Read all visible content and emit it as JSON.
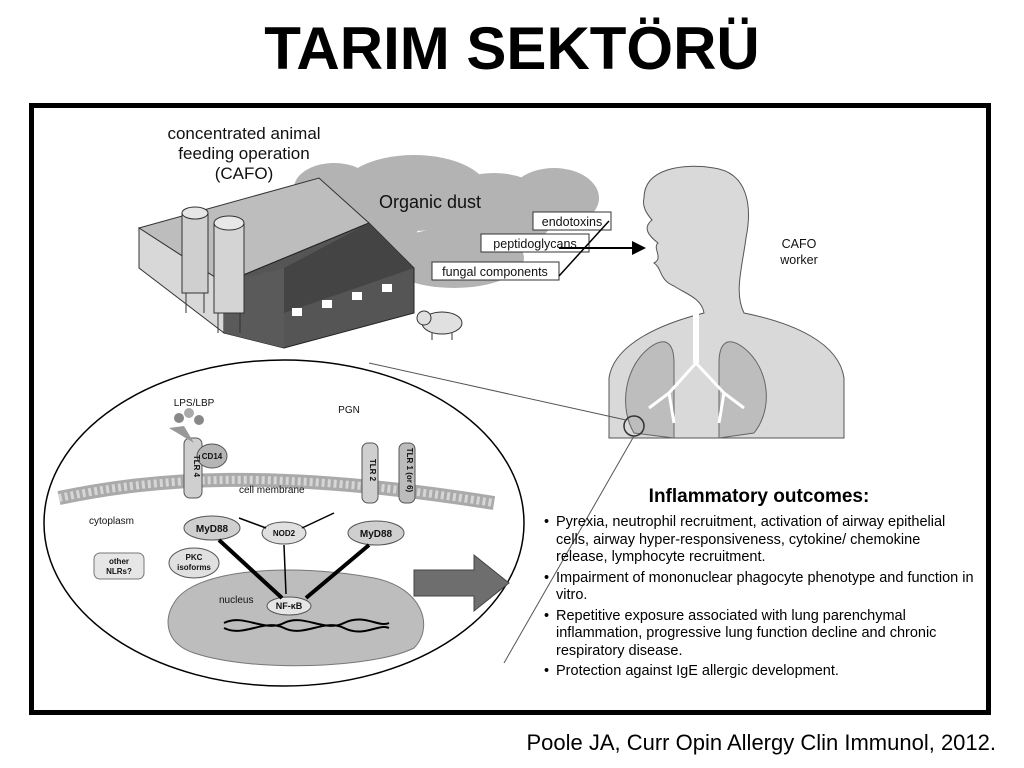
{
  "slide": {
    "title": "TARIM SEKTÖRÜ",
    "citation": "Poole JA, Curr Opin Allergy Clin Immunol, 2012."
  },
  "diagram": {
    "cafo_label_line1": "concentrated animal",
    "cafo_label_line2": "feeding operation",
    "cafo_label_line3": "(CAFO)",
    "organic_dust": "Organic dust",
    "dust_components": [
      "endotoxins",
      "peptidoglycans",
      "fungal components"
    ],
    "worker_line1": "CAFO",
    "worker_line2": "worker",
    "cell": {
      "lps": "LPS/LBP",
      "pgn": "PGN",
      "cd14": "CD14",
      "tlr4": "TLR 4",
      "tlr2": "TLR 2",
      "tlr1": "TLR 1 (or 6)",
      "membrane": "cell membrane",
      "cytoplasm": "cytoplasm",
      "myd88": "MyD88",
      "nod2": "NOD2",
      "nlrs_line1": "other",
      "nlrs_line2": "NLRs?",
      "pkc_line1": "PKC",
      "pkc_line2": "isoforms",
      "nucleus": "nucleus",
      "nfkb": "NF-κB"
    },
    "outcomes": {
      "title": "Inflammatory outcomes:",
      "items": [
        "Pyrexia, neutrophil recruitment, activation of airway epithelial cells, airway hyper-responsiveness, cytokine/ chemokine release, lymphocyte recruitment.",
        "Impairment of mononuclear phagocyte phenotype and function in vitro.",
        "Repetitive exposure associated with lung parenchymal inflammation, progressive lung function decline and chronic respiratory disease.",
        "Protection against IgE allergic development."
      ]
    }
  }
}
